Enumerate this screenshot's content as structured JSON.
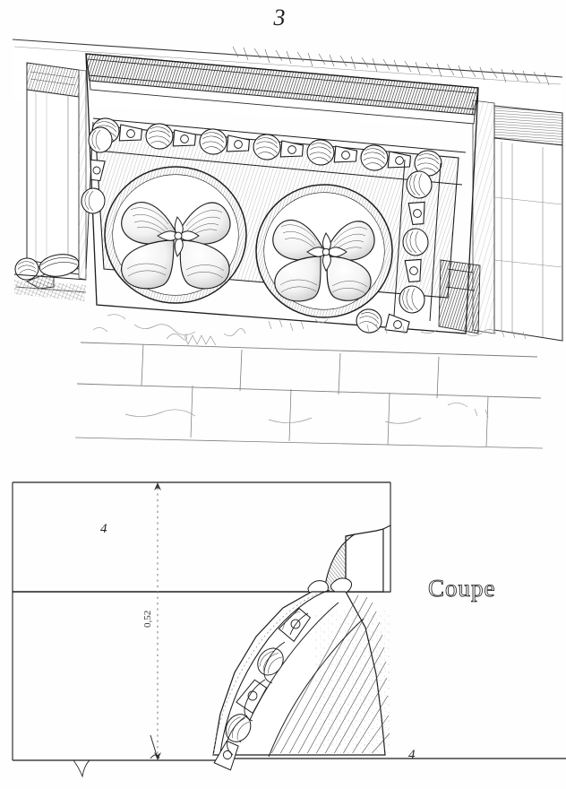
{
  "plate": {
    "number": "3",
    "background_color": "#fefefe",
    "ink_color": "#1d1d1d",
    "medium": "engraving / line-etching on paper"
  },
  "figures": [
    {
      "id": "perspective-view",
      "name": "Perspective view of carved cornice panel",
      "description": "Oblique perspective of a stone cornice fragment with a sunken panel containing two circular quatrefoil rosettes, framed by a bead-and-reel (pearl) astragal moulding, set above coursed ashlar masonry.",
      "ornaments": {
        "rosette_count": 2,
        "rosette_type": "quatrefoil rosette in circular medallion",
        "moulding_type": "bead-and-reel (piastres et olives)",
        "fascia": "dark hatched fascia band"
      }
    },
    {
      "id": "section-view",
      "name": "Sectional profile",
      "label": "Coupe",
      "description": "Cross-section through the cornice showing the cavetto/scotia profile with the bead-and-reel astragal running along the raking face, plus horizontal datum lines and a vertical dotted dimension line."
    }
  ],
  "labels": {
    "plate_number": "3",
    "coupe": "Coupe",
    "annotation_upper": "4",
    "annotation_lower_right": "4",
    "dimension_vertical": "0,52"
  },
  "colors": {
    "paper": "#fefefe",
    "ink": "#1d1d1d",
    "light_ink": "#6f6f6f",
    "faint_ink": "#a8a8a8",
    "hatch_dark": "#2b2b2b"
  }
}
